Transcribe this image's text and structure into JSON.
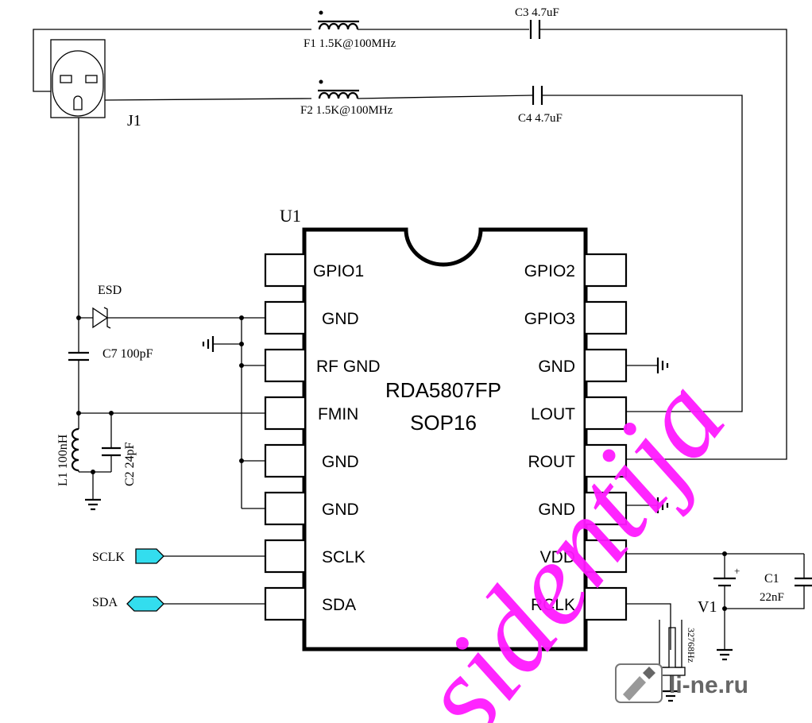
{
  "colors": {
    "wire": "#000000",
    "net_label_fill": "#33ddee",
    "watermark": "#ff1aff"
  },
  "chip": {
    "ref": "U1",
    "part": "RDA5807FP",
    "package": "SOP16",
    "left_pins": [
      "GPIO1",
      "GND",
      "RF GND",
      "FMIN",
      "GND",
      "GND",
      "SCLK",
      "SDA"
    ],
    "right_pins": [
      "GPIO2",
      "GPIO3",
      "GND",
      "LOUT",
      "ROUT",
      "GND",
      "VDD",
      "RCLK"
    ]
  },
  "components": {
    "jack": "J1",
    "f1": "F1  1.5K@100MHz",
    "f2": "F2  1.5K@100MHz",
    "c3": "C3  4.7uF",
    "c4": "C4  4.7uF",
    "esd": "ESD",
    "c7": "C7 100pF",
    "l1": "L1  100nH",
    "c2": "C2  24pF",
    "c1_ref": "C1",
    "c1_val": "22nF",
    "v1": "V1",
    "crystal": "32768Hz"
  },
  "nets": {
    "sclk": "SCLK",
    "sda": "SDA"
  },
  "watermark": {
    "logo_text": "li-ne.ru",
    "script_text": "sidentija"
  }
}
